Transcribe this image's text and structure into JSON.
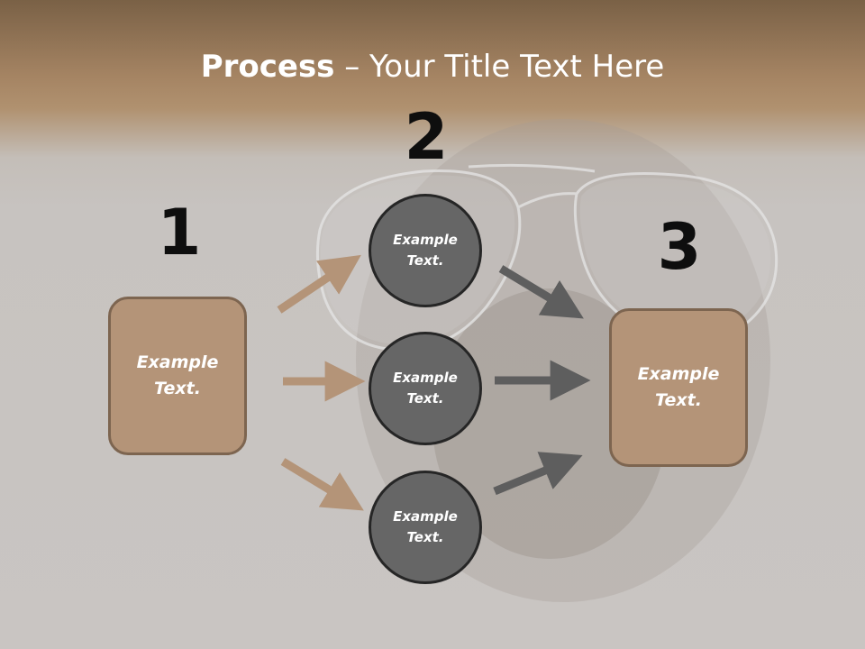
{
  "title": {
    "bold": "Process",
    "rest": " – Your Title Text Here"
  },
  "steps": [
    {
      "number": "1",
      "label": "Example\nText."
    },
    {
      "number": "2",
      "label": ""
    },
    {
      "number": "3",
      "label": "Example\nText."
    }
  ],
  "circles": [
    {
      "label": "Example\nText."
    },
    {
      "label": "Example\nText."
    },
    {
      "label": "Example\nText."
    }
  ],
  "colors": {
    "box_fill": "#b49478",
    "box_border": "#7d6550",
    "circle_fill": "#666666",
    "circle_border": "#262626",
    "arrow_tan": "#b49478",
    "arrow_gray": "#5e5e5e",
    "header_brown": "#a58463"
  }
}
